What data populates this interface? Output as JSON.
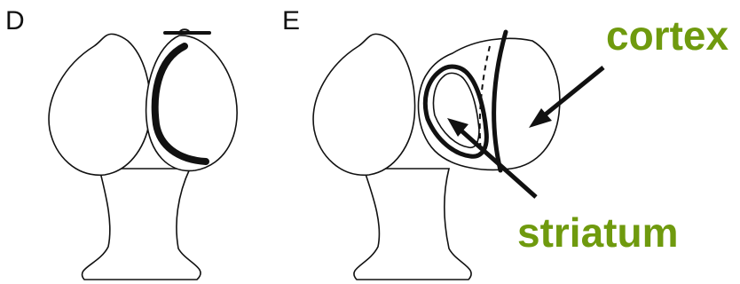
{
  "panels": [
    {
      "letter": "D"
    },
    {
      "letter": "E"
    }
  ],
  "labels": {
    "cortex": "cortex",
    "striatum": "striatum"
  },
  "colors": {
    "label": "#6f9a0e",
    "ink": "#111111"
  }
}
